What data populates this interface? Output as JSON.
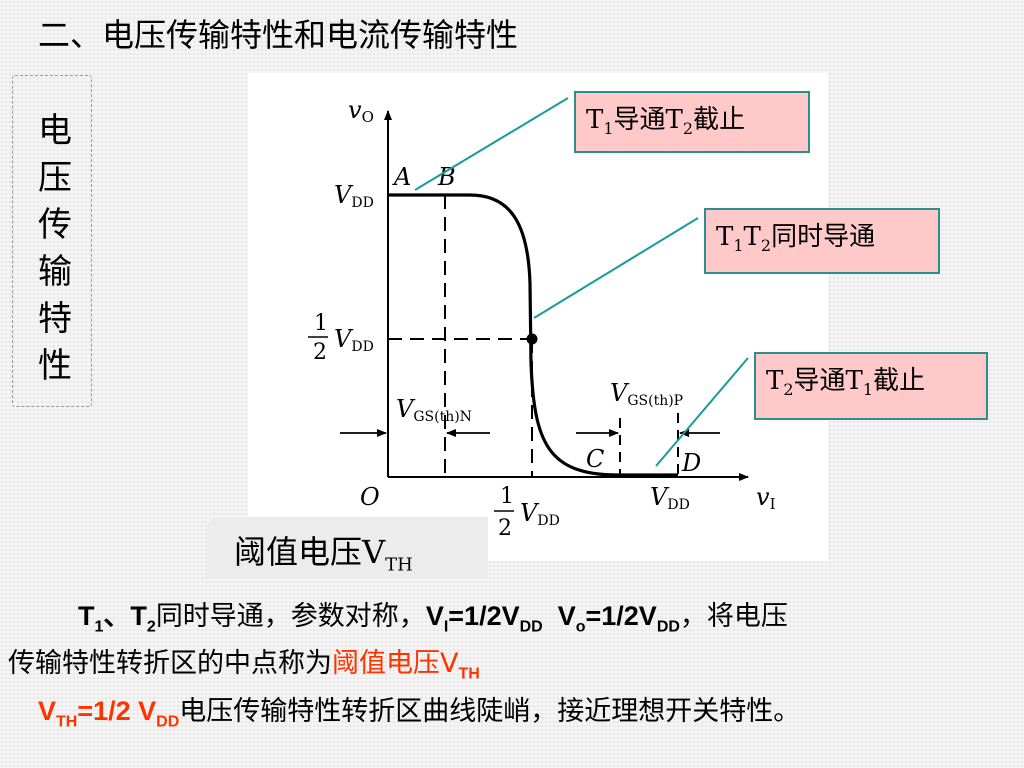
{
  "slide": {
    "title": "二、电压传输特性和电流传输特性",
    "side_label": [
      "电",
      "压",
      "传",
      "输",
      "特",
      "性"
    ]
  },
  "diagram": {
    "axis_y_label": "vO",
    "axis_x_label": "vI",
    "origin_label": "O",
    "point_labels": {
      "A": "A",
      "B": "B",
      "C": "C",
      "D": "D"
    },
    "y_ticks": {
      "vdd": "VDD",
      "half": "1",
      "half_den": "2",
      "half_vdd": "VDD"
    },
    "x_ticks": {
      "half": "1",
      "half_den": "2",
      "half_vdd": "VDD",
      "vdd": "VDD"
    },
    "threshold_n_label": "V",
    "threshold_n_sub": "GS(th)N",
    "threshold_p_label": "V",
    "threshold_p_sub": "GS(th)P",
    "line_color": "#000000",
    "leader_color": "#1a9a9a"
  },
  "callouts": {
    "c1": {
      "p1": "T",
      "s1": "1",
      "p2": "导通T",
      "s2": "2",
      "p3": "截止"
    },
    "c2": {
      "p1": "T",
      "s1": "1",
      "p2": "T",
      "s2": "2",
      "p3": "同时导通"
    },
    "c3": {
      "p1": "T",
      "s1": "2",
      "p2": "导通T",
      "s2": "1",
      "p3": "截止"
    }
  },
  "threshold_box": {
    "text": "阈值电压V",
    "sub": "TH"
  },
  "paragraph": {
    "l1_a": "T",
    "l1_a_sub": "1",
    "l1_b": "、T",
    "l1_b_sub": "2",
    "l1_c": "同时导通，参数对称，",
    "l1_d": "V",
    "l1_d_sub": "I",
    "l1_e": "=1/2V",
    "l1_e_sub": "DD",
    "l1_f": "  V",
    "l1_f_sub": "o",
    "l1_g": "=1/2V",
    "l1_g_sub": "DD",
    "l1_h": "，将电压",
    "l2_a": "传输特性转折区的中点称为",
    "l2_b": "阈值电压V",
    "l2_b_sub": "TH",
    "l3_a": "V",
    "l3_a_sub": "TH",
    "l3_b": "=1/2 V",
    "l3_b_sub": "DD",
    "l3_c": "电压传输特性转折区曲线陡峭，接近理想开关特性。",
    "accent_color": "#ff3300"
  }
}
